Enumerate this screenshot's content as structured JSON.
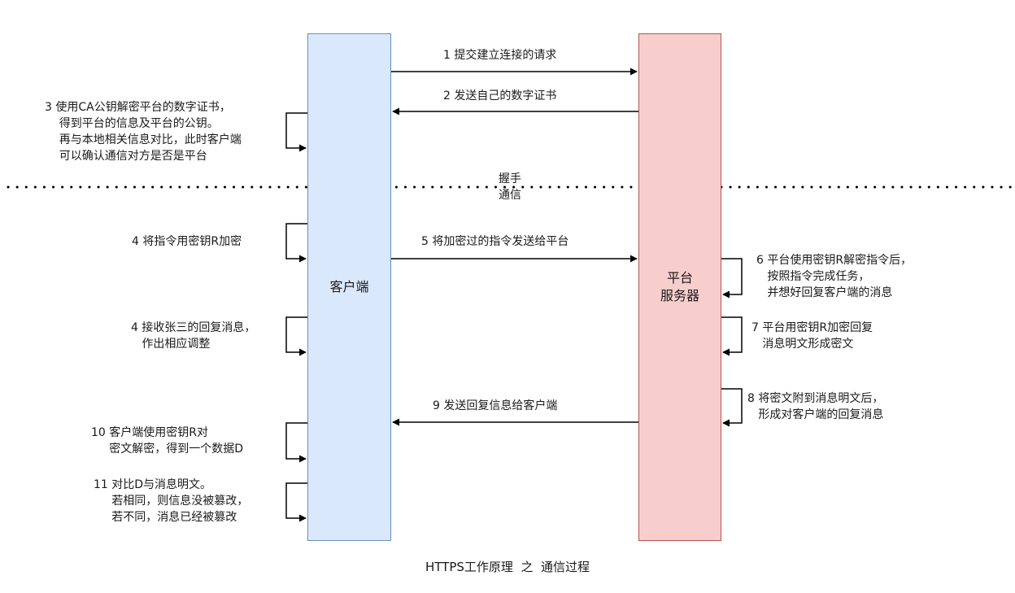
{
  "lifelines": {
    "client": "客户端",
    "server": "平台\n服务器"
  },
  "messages": [
    "1 提交建立连接的请求",
    "2 发送自己的数字证书",
    "5 将加密过的指令发送给平台",
    "9 发送回复信息给客户端"
  ],
  "divider_label": "握手\n通信",
  "client_notes": [
    "3 使用CA公钥解密平台的数字证书，\n    得到平台的信息及平台的公钥。\n    再与本地相关信息对比，此时客户端\n    可以确认通信对方是否是平台",
    "4 将指令用密钥R加密",
    "4 接收张三的回复消息，\n   作出相应调整",
    "10 客户端使用密钥R对\n     密文解密，得到一个数据D",
    "11 对比D与消息明文。\n     若相同，则信息没被篡改，\n     若不同，消息已经被篡改"
  ],
  "server_notes": [
    "6 平台使用密钥R解密指令后，\n   按照指令完成任务，\n   并想好回复客户端的消息",
    "7 平台用密钥R加密回复\n   消息明文形成密文",
    "8 将密文附到消息明文后，\n   形成对客户端的回复消息"
  ],
  "caption": "HTTPS工作原理  之  通信过程"
}
